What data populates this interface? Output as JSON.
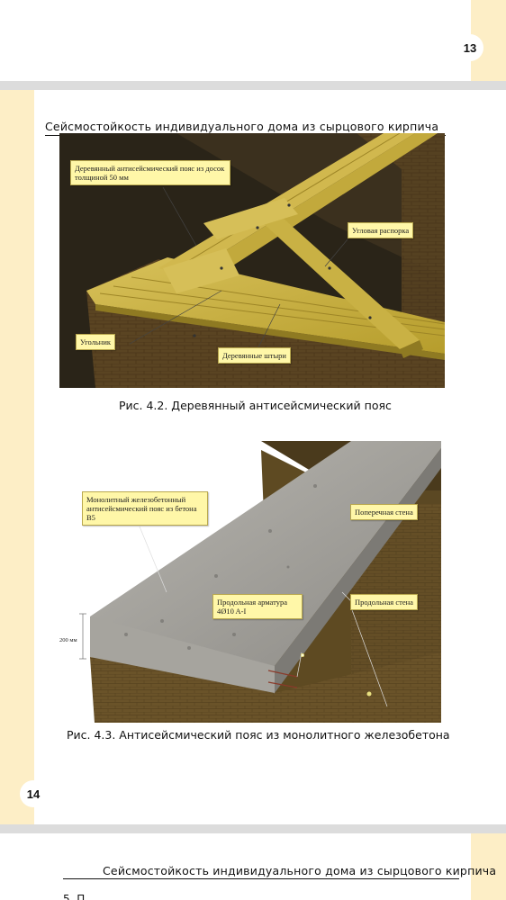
{
  "page_top": {
    "page_number": "13"
  },
  "page_main": {
    "running_header": "Сейсмостойкость индивидуального дома из сырцового кирпича",
    "page_number": "14",
    "figure1": {
      "caption": "Рис. 4.2. Деревянный антисейсмический пояс",
      "callouts": {
        "belt": "Деревянный антисейсмический пояс из досок толщиной 50 мм",
        "corner_brace": "Угловая распорка",
        "bracket": "Угольник",
        "pins": "Деревянные штыри"
      }
    },
    "figure2": {
      "caption": "Рис. 4.3.  Антисейсмический  пояс из монолитного железобетона",
      "dimension": "200 мм",
      "callouts": {
        "rc_belt": "Монолитный железобетонный антисейсмический пояс из бетона В5",
        "cross_wall": "Поперечная стена",
        "rebar": "Продольная арматура 4Ø10 A-I",
        "long_wall": "Продольная стена"
      }
    }
  },
  "page_bottom": {
    "running_header": "Сейсмостойкость индивидуального дома из сырцового кирпича",
    "partial_text": "5. П"
  },
  "colors": {
    "side_band": "#fdeec6",
    "page_gap": "#dcdcdc",
    "callout_bg": "#fff7a8"
  }
}
